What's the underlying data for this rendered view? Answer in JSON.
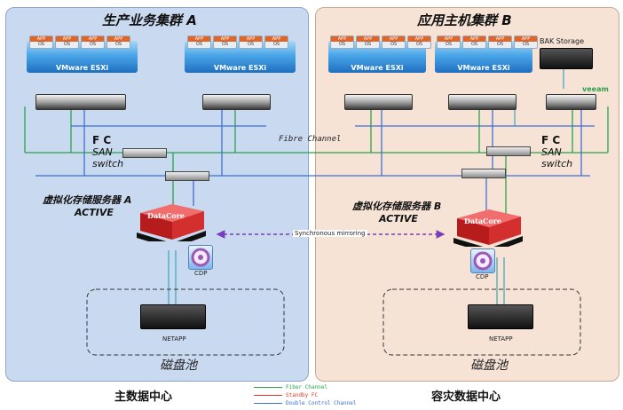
{
  "clusters": {
    "left_title": "生产业务集群 A",
    "right_title": "应用主机集群 B"
  },
  "esxi_label": "VMware ESXi",
  "app_box": {
    "top": "APP",
    "bottom": "OS"
  },
  "bak_storage": "BAK Storage",
  "veeam_logo": "veeam",
  "fibre_channel_label": "Fibre Channel",
  "fc_switch": {
    "line1": "F C",
    "line2": "SAN",
    "line3": "switch"
  },
  "virtual_storage": {
    "left_line1": "虚拟化存储服务器 A",
    "left_line2": "ACTIVE",
    "right_line1": "虚拟化存储服务器 B",
    "right_line2": "ACTIVE"
  },
  "datacore_logo": "DataCore",
  "sync_label": "Synchronous mirroring",
  "cdp_label": "CDP",
  "netapp_label": "NETAPP",
  "disk_pool_label": "磁盘池",
  "footer": {
    "left": "主数据中心",
    "right": "容灾数据中心"
  },
  "legend": [
    {
      "label": "Fiber Channel",
      "color": "#2aa24a"
    },
    {
      "label": "Standby FC",
      "color": "#e03a2a"
    },
    {
      "label": "Double Control Channel",
      "color": "#3d6fd6"
    }
  ],
  "colors": {
    "left_panel": "#c9d9ef",
    "right_panel": "#f6e3d6",
    "fiber": "#2aa24a",
    "control": "#3d6fd6",
    "teal": "#39a6b9",
    "sync": "#7a3db8"
  }
}
